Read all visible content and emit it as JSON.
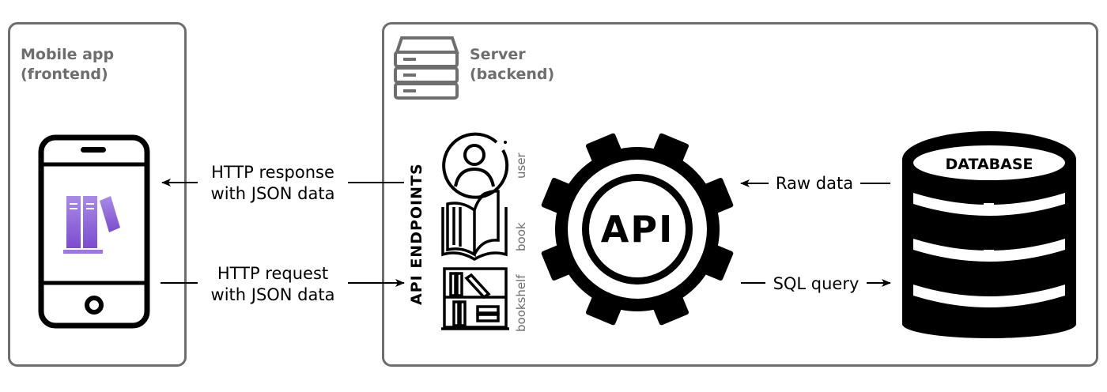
{
  "frontend": {
    "title": "Mobile app\n(frontend)"
  },
  "backend": {
    "title": "Server\n(backend)"
  },
  "flows": {
    "response": "HTTP response\nwith JSON data",
    "request": "HTTP request\nwith JSON data",
    "raw_data": "Raw data",
    "sql_query": "SQL query"
  },
  "endpoints": {
    "title": "API ENDPOINTS",
    "items": [
      "user",
      "book",
      "bookshelf"
    ]
  },
  "api": {
    "label": "API"
  },
  "database": {
    "label": "DATABASE"
  },
  "colors": {
    "border": "#6e6e6e",
    "accent_purple": "#8b5cd6"
  }
}
